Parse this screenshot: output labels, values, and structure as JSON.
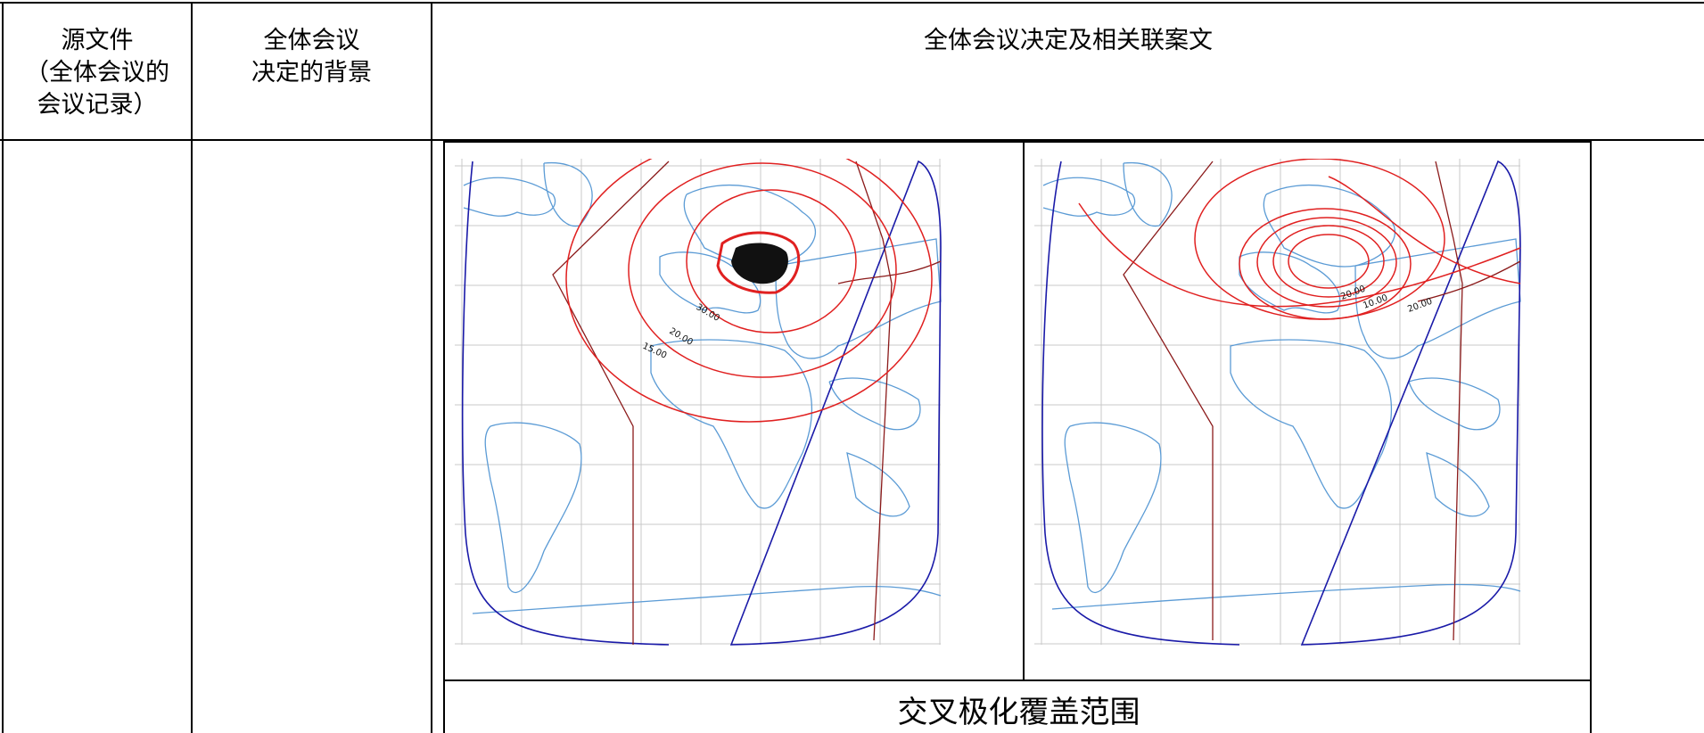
{
  "table": {
    "headers": {
      "col1": [
        "源文件",
        "（全体会议的",
        "会议记录）"
      ],
      "col2": [
        "全体会议",
        "决定的背景"
      ],
      "col3": "全体会议决定及相关联案文"
    },
    "caption": "交叉极化覆盖范围"
  },
  "maps": {
    "left": {
      "name": "left-coverage-map",
      "contour_labels": [
        "30.00",
        "20.00",
        "15.00"
      ]
    },
    "right": {
      "name": "right-coverage-map",
      "contour_labels": [
        "20.00",
        "10.00",
        "20.00"
      ]
    }
  },
  "colors": {
    "coastline": "#5b9bd5",
    "coverage_contour": "#e02020",
    "boundary_blue": "#1a1aa8",
    "boundary_red": "#8b1a1a",
    "grid": "#c8c8c8"
  }
}
